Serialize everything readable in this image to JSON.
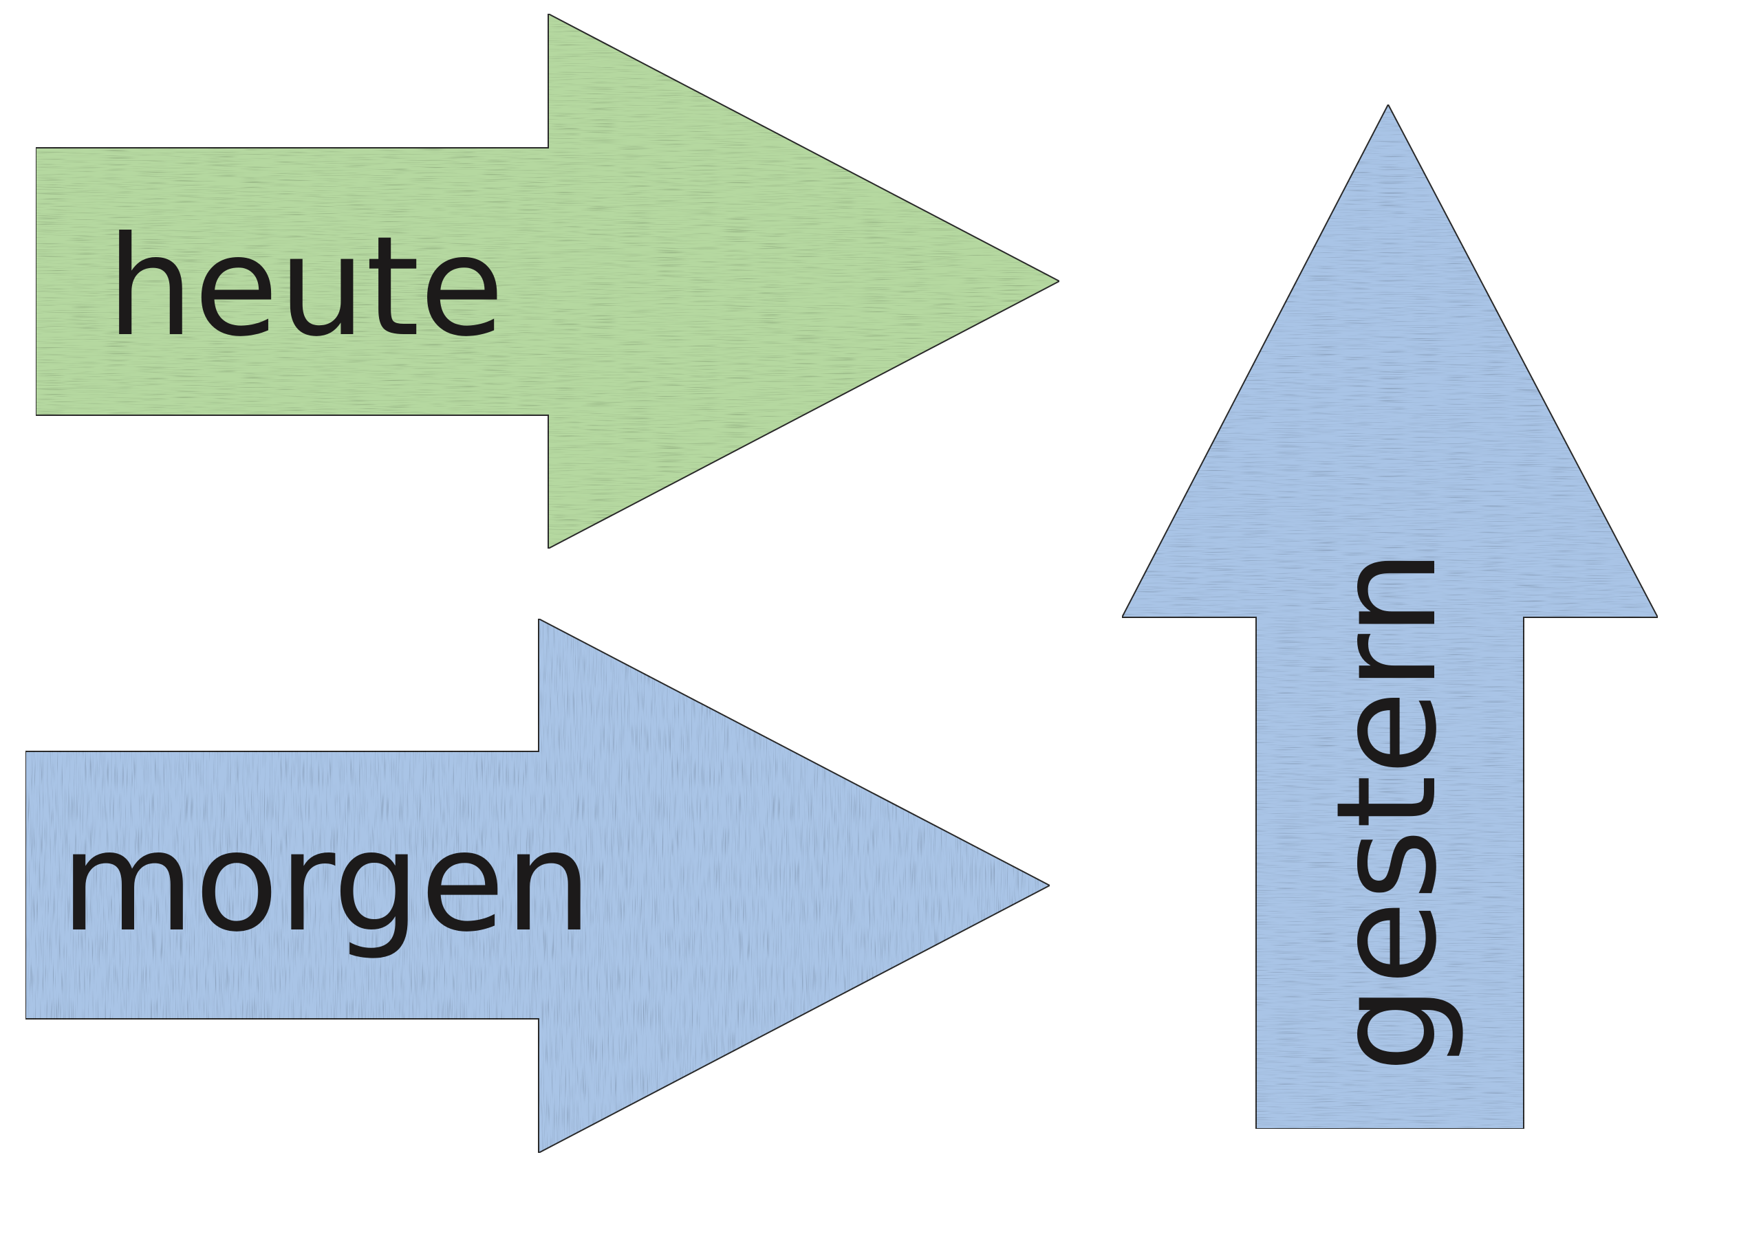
{
  "arrows": [
    {
      "id": "heute",
      "label": "heute",
      "color": "#b5d8a0",
      "direction": "right"
    },
    {
      "id": "morgen",
      "label": "morgen",
      "color": "#a9c4e6",
      "direction": "right"
    },
    {
      "id": "gestern",
      "label": "gestern",
      "color": "#a9c4e6",
      "direction": "up"
    }
  ],
  "colors": {
    "green_fill": "#b5d8a0",
    "blue_fill": "#a9c4e6",
    "outline": "#2a2a2a",
    "text": "#1c1a1a"
  }
}
